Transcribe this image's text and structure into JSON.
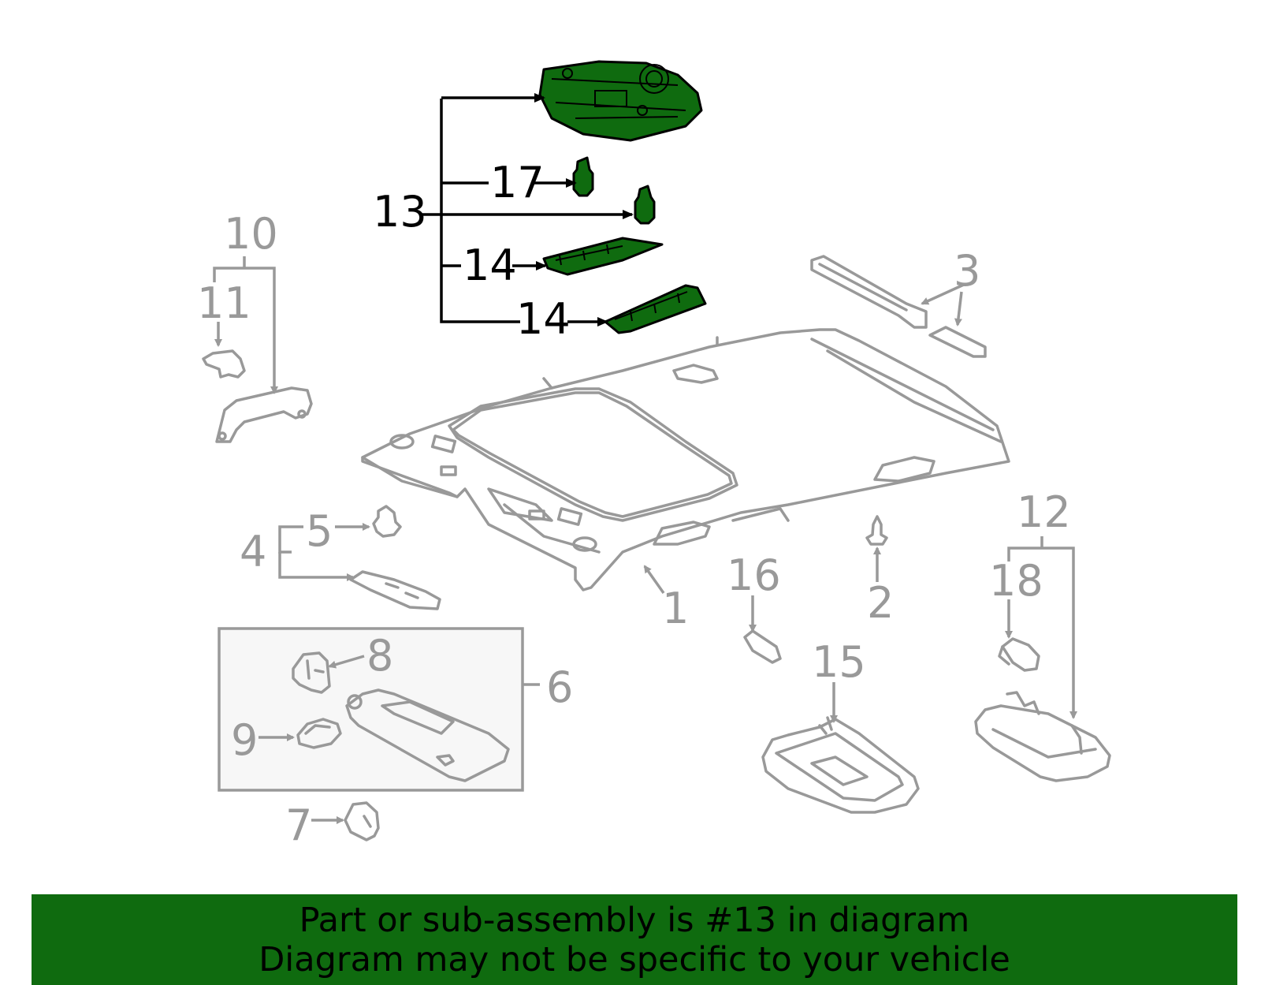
{
  "callouts": {
    "c1": "1",
    "c2": "2",
    "c3": "3",
    "c4": "4",
    "c5": "5",
    "c6": "6",
    "c7": "7",
    "c8": "8",
    "c9": "9",
    "c10": "10",
    "c11": "11",
    "c12": "12",
    "c13": "13",
    "c14a": "14",
    "c14b": "14",
    "c15": "15",
    "c16": "16",
    "c17": "17",
    "c18": "18"
  },
  "highlight_color": "#0f6b0f",
  "banner": {
    "line1": "Part or sub-assembly is #13 in diagram",
    "line2": "Diagram may not be specific to your vehicle"
  }
}
